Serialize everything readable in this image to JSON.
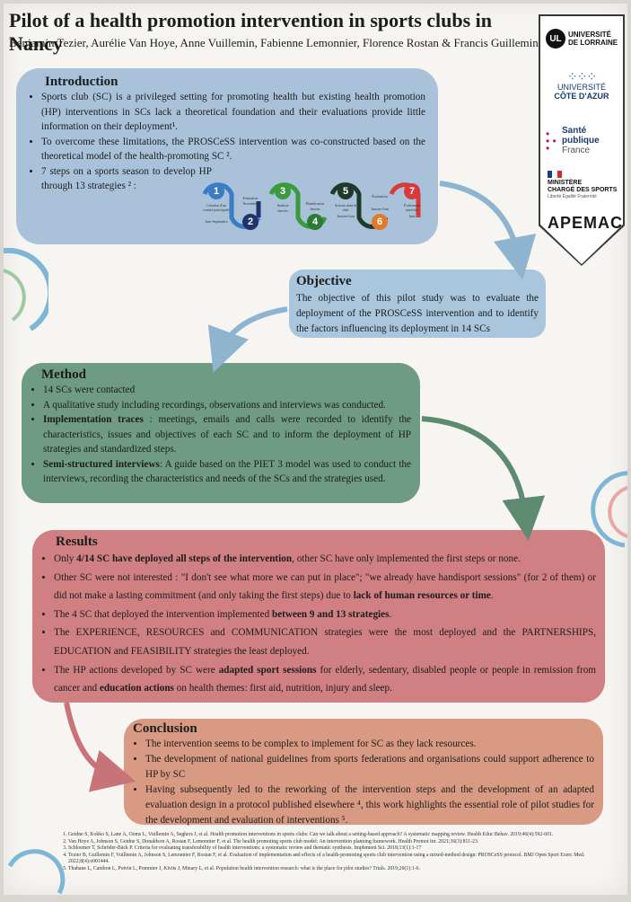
{
  "title": "Pilot of a health promotion intervention in sports clubs in Nancy",
  "authors": "Benjamin Tezier, Aurélie Van Hoye, Anne Vuillemin, Fabienne Lemonnier, Florence Rostan & Francis Guillemin",
  "logos": {
    "lorraine": {
      "mark": "UL",
      "line1": "UNIVERSITÉ",
      "line2": "DE LORRAINE"
    },
    "azur": {
      "line1": "UNIVERSITÉ",
      "line2": "CÔTE D'AZUR"
    },
    "spf": {
      "line1": "Santé",
      "line2": "publique",
      "line3": "France"
    },
    "ministere": {
      "line1": "MINISTÈRE",
      "line2": "CHARGÉ DES SPORTS",
      "motto": "Liberté Égalité Fraternité"
    },
    "apemac": {
      "name": "APEMAC"
    }
  },
  "introduction": {
    "heading": "Introduction",
    "bullets": [
      "Sports club (SC) is a privileged setting for promoting health but existing health promotion (HP) interventions in SCs lack a theoretical foundation and their evaluations provide little information on their deployment¹.",
      "To overcome these limitations, the PROSCeSS intervention was co-constructed based on the theoretical model of the health-promoting SC ².",
      "7 steps on a sports season to develop HP through 13 strategies ² :"
    ],
    "steps": [
      {
        "num": "1",
        "label": "Création d'un comité participatif",
        "period": "Juin-Septembre",
        "color": "#3b7dc4"
      },
      {
        "num": "2",
        "label": "Formation",
        "period": "Novembre",
        "color": "#22336b"
      },
      {
        "num": "3",
        "label": "Analyse",
        "period": "Janvier",
        "color": "#3a9a3e"
      },
      {
        "num": "4",
        "label": "Planification",
        "period": "Janvier",
        "color": "#2d7a35"
      },
      {
        "num": "5",
        "label": "Actions dans le club",
        "period": "Janvier-Juin",
        "color": "#1f3a2b"
      },
      {
        "num": "6",
        "label": "Évaluation",
        "period": "Janvier-Juin",
        "color": "#e07a2a"
      },
      {
        "num": "7",
        "label": "Événement interclub",
        "period": "Juin",
        "color": "#d83a3a"
      }
    ]
  },
  "objective": {
    "heading": "Objective",
    "text": "The objective of this pilot study was to evaluate the deployment of the PROSCeSS intervention and to identify the factors influencing its deployment in 14 SCs"
  },
  "method": {
    "heading": "Method",
    "bullets": [
      {
        "bold": "",
        "text": "14 SCs were contacted"
      },
      {
        "bold": "",
        "text": "A qualitative study including recordings, observations and interviews was conducted."
      },
      {
        "bold": "Implementation traces",
        "text": " : meetings, emails and calls were recorded to identify the characteristics, issues and objectives of each SC and to inform the deployment of HP strategies and standardized steps."
      },
      {
        "bold": "Semi-structured interviews",
        "text": ": A guide based on the PIET 3 model was used to conduct the interviews, recording the characteristics and needs of the SCs and the strategies used."
      }
    ]
  },
  "results": {
    "heading": "Results",
    "b1_pre": "Only ",
    "b1_bold": "4/14 SC have deployed all steps of the intervention",
    "b1_post": ", other SC have only implemented the first steps or none.",
    "b2_pre": "Other SC were not interested : \"I don't see what more we can put in place\"; \"we already have handisport sessions\" (for 2 of them) or did not make a lasting commitment (and only taking the first steps) due to ",
    "b2_bold": "lack of human resources or time",
    "b2_post": ".",
    "b3_pre": "The 4 SC that deployed the intervention implemented ",
    "b3_bold": "between 9 and 13 strategies",
    "b3_post": ".",
    "b4": "The EXPERIENCE, RESOURCES and COMMUNICATION strategies were the most deployed and the PARTNERSHIPS, EDUCATION and FEASIBILITY strategies the least deployed.",
    "b5_pre": "The HP actions developed by SC were ",
    "b5_bold1": "adapted sport sessions",
    "b5_mid": " for elderly, sedentary, disabled people or people in remission from cancer and ",
    "b5_bold2": "education actions",
    "b5_post": " on health themes: first aid, nutrition, injury and sleep."
  },
  "conclusion": {
    "heading": "Conclusion",
    "bullets": [
      "The intervention seems to be complex to implement for SC as they lack resources.",
      "The development of national guidelines from sports federations and organisations could support adherence to HP by SC",
      "Having subsequently led to the reworking of the intervention steps and the development of an adapted evaluation design in a protocol published elsewhere ⁴, this work highlights the essential role of pilot studies for the development and evaluation of interventions ⁵."
    ]
  },
  "references": [
    "Geidne S, Kokko S, Lane A, Ooms L, Vuillemin A, Seghers J, et al. Health promotion interventions in sports clubs: Can we talk about a setting-based approach? A systematic mapping review. Health Educ Behav. 2019;46(4):592-601.",
    "Van Hoye A, Johnson S, Geidne S, Donaldson A, Rostan F, Lemonnier F, et al. The health promoting sports club model: An intervention planning framework. Health Promot Int. 2021;36(3):811-23.",
    "Schloemer T, Schröder-Bäck P. Criteria for evaluating transferability of health interventions: a systematic review and thematic synthesis. Implement Sci. 2018;13(1):1-17",
    "Tezier B, Guillemin F, Vuillemin A, Johnson S, Lemonnier F, Rostan F, et al. Evaluation of implementation and effects of a health-promoting sports club intervention using a mixed-method design: PROSCeSS protocol. BMJ Open Sport Exerc Med. 2022;8(4):e001444.",
    "Thabane L, Cambon L, Potvin L, Pommier J, Kivits J, Minary L, et al. Population health intervention research: what is the place for pilot studies? Trials. 2019;20(1):1-6."
  ]
}
